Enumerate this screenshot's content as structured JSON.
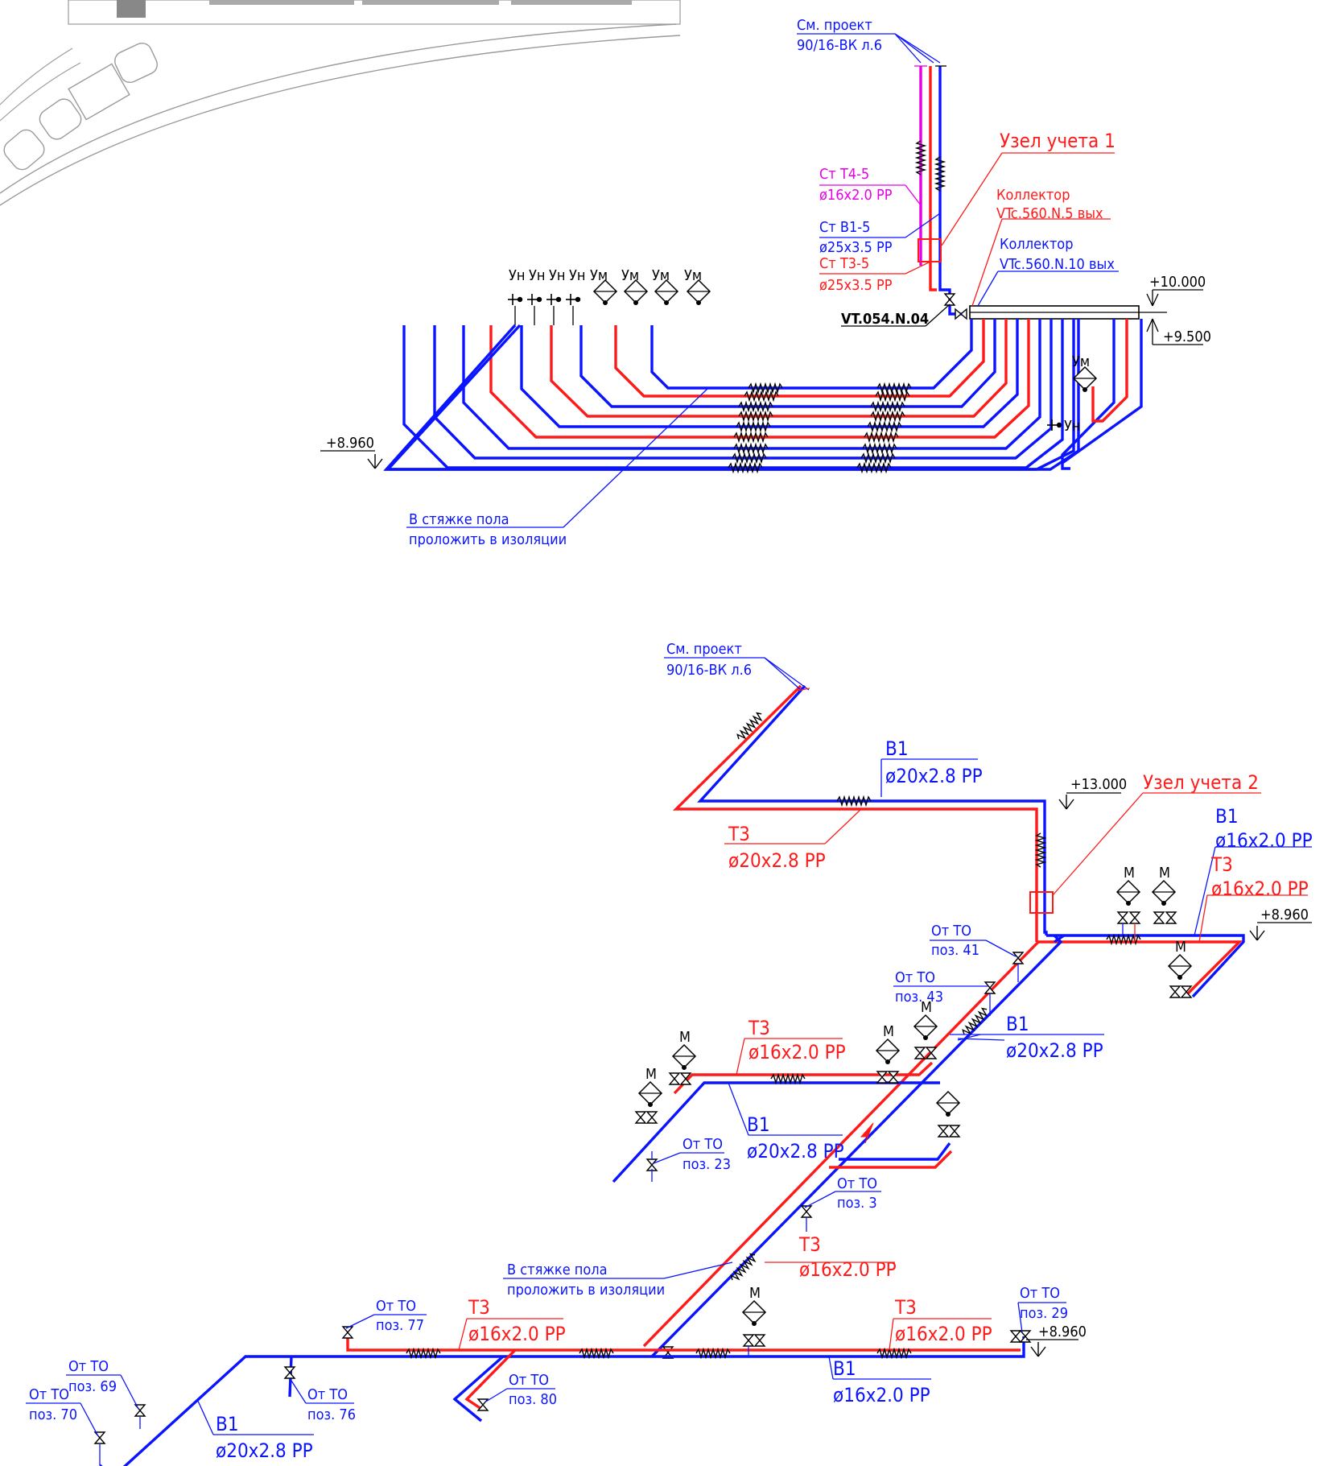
{
  "colors": {
    "cold_water": "#0a14ff",
    "hot_water": "#ff1a1a",
    "recirculation": "#e600e6",
    "dimension": "#000000"
  },
  "top_scheme": {
    "ref_project": [
      "См. проект",
      "90/16-ВК л.6"
    ],
    "meter_node": "Узел учета 1",
    "riser_t4": [
      "Ст Т4-5",
      "ø16x2.0 РР"
    ],
    "riser_b1": [
      "Ст В1-5",
      "ø25x3.5 РР"
    ],
    "riser_t3": [
      "Ст Т3-5",
      "ø25x3.5 РР"
    ],
    "collector_hot": [
      "Коллектор",
      "VTc.560.N.5 вых"
    ],
    "collector_cold": [
      "Коллектор",
      "VTc.560.N.10 вых"
    ],
    "valve_code": "VT.054.N.04",
    "level_top": "+10.000",
    "level_collector": "+9.500",
    "level_floor": "+8.960",
    "fixture_un": "Ун",
    "fixture_um": "Ум",
    "fixture_labels": [
      "Ун",
      "Ун",
      "Ун",
      "Ун",
      "Ум",
      "Ум",
      "Ум",
      "Ум"
    ],
    "screed_note": [
      "В стяжке пола",
      "проложить в изоляции"
    ],
    "right_um": "Ум",
    "right_un": "Ун"
  },
  "bottom_scheme": {
    "ref_project": [
      "См. проект",
      "90/16-ВК л.6"
    ],
    "b1_main": [
      "В1",
      "ø20x2.8 РР"
    ],
    "t3_main": [
      "Т3",
      "ø20x2.8 РР"
    ],
    "level_top": "+13.000",
    "meter_node": "Узел учета 2",
    "b1_right": [
      "В1",
      "ø16x2.0 РР"
    ],
    "t3_right": [
      "Т3",
      "ø16x2.0 РР"
    ],
    "level_right": "+8.960",
    "from_to_41": [
      "От ТО",
      "поз. 41"
    ],
    "from_to_43": [
      "От ТО",
      "поз. 43"
    ],
    "b1_diag": [
      "В1",
      "ø20x2.8 РР"
    ],
    "t3_branch": [
      "Т3",
      "ø16x2.0 РР"
    ],
    "b1_branch": [
      "В1",
      "ø20x2.8 РР"
    ],
    "from_to_23": [
      "От ТО",
      "поз. 23"
    ],
    "from_to_3": [
      "От ТО",
      "поз. 3"
    ],
    "t3_diag": [
      "Т3",
      "ø16x2.0 РР"
    ],
    "screed_note": [
      "В стяжке пола",
      "проложить в изоляции"
    ],
    "from_to_77": [
      "От ТО",
      "поз. 77"
    ],
    "t3_left": [
      "Т3",
      "ø16x2.0 РР"
    ],
    "t3_mid": [
      "Т3",
      "ø16x2.0 РР"
    ],
    "from_to_29": [
      "От ТО",
      "поз. 29"
    ],
    "level_bottom": "+8.960",
    "from_to_69": [
      "От ТО",
      "поз. 69"
    ],
    "from_to_70": [
      "От ТО",
      "поз. 70"
    ],
    "from_to_76": [
      "От ТО",
      "поз. 76"
    ],
    "from_to_80": [
      "От ТО",
      "поз. 80"
    ],
    "b1_left": [
      "В1",
      "ø20x2.8 РР"
    ],
    "b1_bottom": [
      "В1",
      "ø16x2.0 РР"
    ],
    "fixture_m": "М"
  }
}
